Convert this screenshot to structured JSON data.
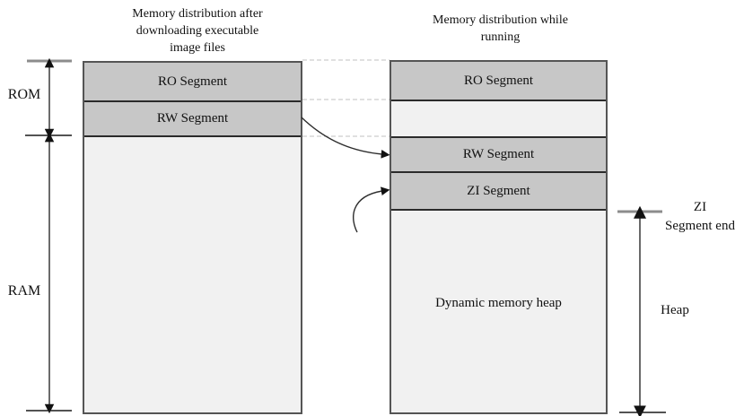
{
  "titles": {
    "left_lines": [
      "Memory distribution after",
      "downloading executable",
      "image files"
    ],
    "right_lines": [
      "Memory distribution while",
      "running"
    ]
  },
  "left_box": {
    "segments": [
      {
        "label": "RO Segment"
      },
      {
        "label": "RW Segment"
      }
    ]
  },
  "right_box": {
    "segments": [
      {
        "label": "RO Segment"
      },
      {
        "label": "RW Segment"
      },
      {
        "label": "ZI Segment"
      },
      {
        "label": "Dynamic memory heap"
      }
    ]
  },
  "side_labels": {
    "rom": "ROM",
    "ram": "RAM",
    "zi_end_line1": "ZI",
    "zi_end_line2": "Segment end",
    "heap": "Heap"
  },
  "colors": {
    "segment_fill": "#c7c7c7",
    "light_fill": "#f1f1f1",
    "box_border": "#555555",
    "separator": "#2b2b2b",
    "dashed_line": "#c0c0c0",
    "tick_gray": "#8c8c8c",
    "arrow": "#3a3a3a"
  }
}
